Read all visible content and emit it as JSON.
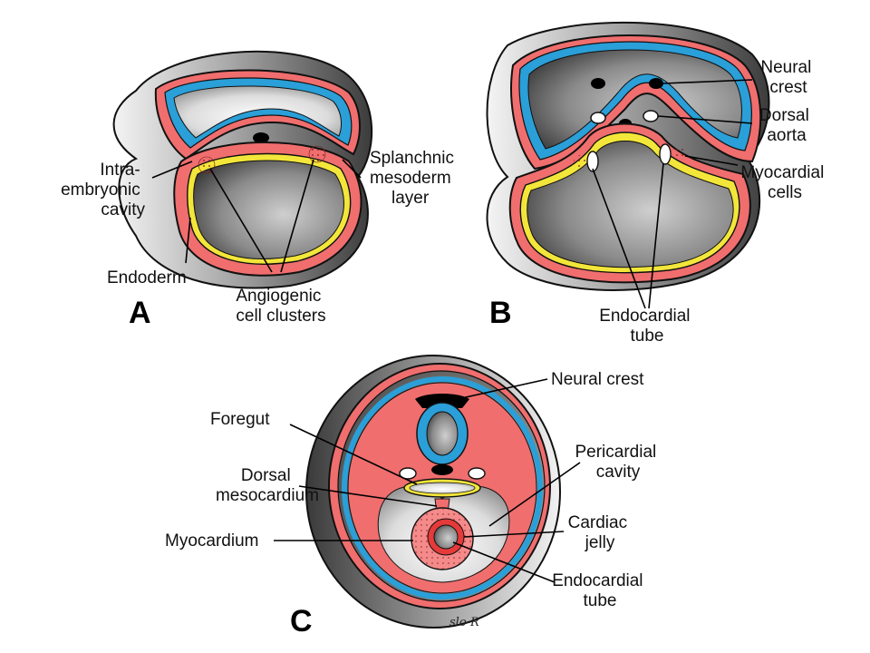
{
  "colors": {
    "ectoderm_blue": "#2a9fd8",
    "mesoderm_pink": "#f06e6e",
    "endoderm_yellow": "#f3e63a",
    "body_gray": "#8e8e8e",
    "outline": "#111111"
  },
  "panels": {
    "A": {
      "letter": "A",
      "labels": {
        "intra": [
          "Intra-",
          "embryonic",
          "cavity"
        ],
        "splanchnic": [
          "Splanchnic",
          "mesoderm",
          "layer"
        ],
        "endoderm": "Endoderm",
        "angiogenic": [
          "Angiogenic",
          "cell clusters"
        ]
      }
    },
    "B": {
      "letter": "B",
      "labels": {
        "neural_crest": [
          "Neural",
          "crest"
        ],
        "dorsal_aorta": [
          "Dorsal",
          "aorta"
        ],
        "myocardial_cells": [
          "Myocardial",
          "cells"
        ],
        "endocardial_tube": [
          "Endocardial",
          "tube"
        ]
      }
    },
    "C": {
      "letter": "C",
      "labels": {
        "neural_crest": "Neural crest",
        "foregut": "Foregut",
        "dorsal_mesocardium": [
          "Dorsal",
          "mesocardium"
        ],
        "pericardial_cavity": [
          "Pericardial",
          "cavity"
        ],
        "myocardium": "Myocardium",
        "cardiac_jelly": [
          "Cardiac",
          "jelly"
        ],
        "endocardial_tube": [
          "Endocardial",
          "tube"
        ]
      }
    }
  },
  "signature": "slo-R"
}
